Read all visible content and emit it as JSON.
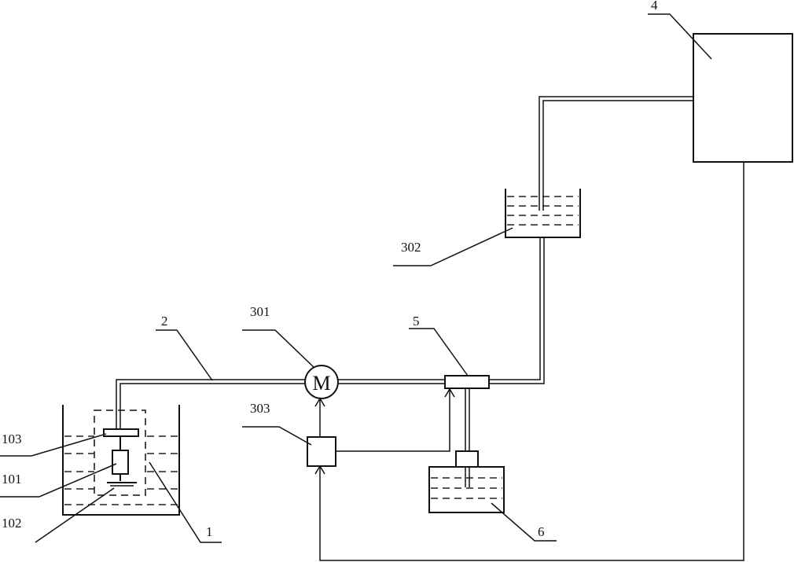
{
  "labels": {
    "l103": "103",
    "l101": "101",
    "l102": "102",
    "l1": "1",
    "l2": "2",
    "l301": "301",
    "l303": "303",
    "l5": "5",
    "l6": "6",
    "l302": "302",
    "l4": "4",
    "motor": "M"
  }
}
